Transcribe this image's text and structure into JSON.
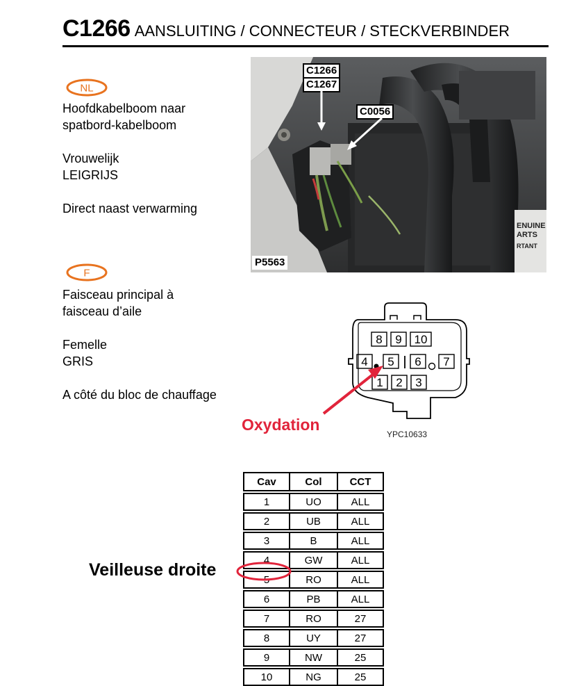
{
  "header": {
    "code": "C1266",
    "subtitle": "AANSLUITING / CONNECTEUR / STECKVERBINDER"
  },
  "nl": {
    "badge": "NL",
    "lines": [
      "Hoofdkabelboom naar",
      "spatbord-kabelboom",
      "Vrouwelijk",
      "LEIGRIJS",
      "Direct naast verwarming"
    ]
  },
  "fr": {
    "badge": "F",
    "lines": [
      "Faisceau principal à",
      "faisceau d’aile",
      "Femelle",
      "GRIS",
      "A côté du bloc de chauffage"
    ]
  },
  "photo": {
    "callouts": [
      "C1266",
      "C1267",
      "C0056"
    ],
    "label": "P5563",
    "sticker_text": [
      "ENUINE",
      "ARTS",
      "RTANT"
    ]
  },
  "diagram": {
    "pins": [
      "1",
      "2",
      "3",
      "4",
      "5",
      "6",
      "7",
      "8",
      "9",
      "10"
    ],
    "ref": "YPC10633",
    "annotation": "Oxydation"
  },
  "annotation_left": "Veilleuse droite",
  "table": {
    "headers": [
      "Cav",
      "Col",
      "CCT"
    ],
    "rows": [
      [
        "1",
        "UO",
        "ALL"
      ],
      [
        "2",
        "UB",
        "ALL"
      ],
      [
        "3",
        "B",
        "ALL"
      ],
      [
        "4",
        "GW",
        "ALL"
      ],
      [
        "5",
        "RO",
        "ALL"
      ],
      [
        "6",
        "PB",
        "ALL"
      ],
      [
        "7",
        "RO",
        "27"
      ],
      [
        "8",
        "UY",
        "27"
      ],
      [
        "9",
        "NW",
        "25"
      ],
      [
        "10",
        "NG",
        "25"
      ]
    ]
  },
  "colors": {
    "accent_orange": "#e8731f",
    "annotation_red": "#e1243b"
  }
}
